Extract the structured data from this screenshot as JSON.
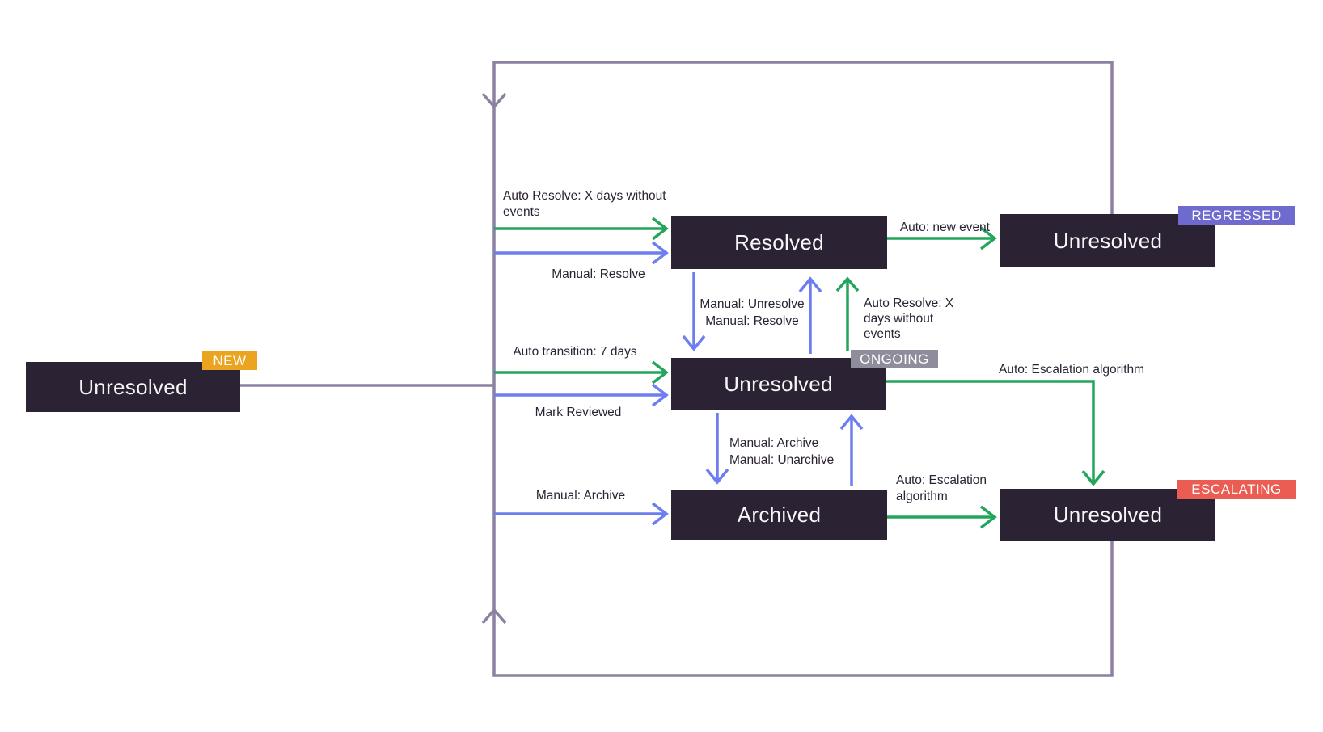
{
  "colors": {
    "bg": "#ffffff",
    "boxbg": "#2B2233",
    "boxtext": "#F6F5F8",
    "loop": "#8C81A1",
    "green": "#23A55C",
    "blue": "#6D7EF1",
    "labeltext": "#2B2233",
    "badgenew": "#EBA41F",
    "badgeongoing": "#8F8C9C",
    "badgeregressed": "#6F6ACD",
    "badgeescalating": "#EB5D52"
  },
  "states": {
    "new": {
      "label": "Unresolved",
      "badge": "NEW"
    },
    "resolved": {
      "label": "Resolved"
    },
    "regressed": {
      "label": "Unresolved",
      "badge": "REGRESSED"
    },
    "ongoing": {
      "label": "Unresolved",
      "badge": "ONGOING"
    },
    "archived": {
      "label": "Archived"
    },
    "escalating": {
      "label": "Unresolved",
      "badge": "ESCALATING"
    }
  },
  "edges": {
    "auto_resolve_new": {
      "lines": [
        "Auto Resolve: X days without",
        "events"
      ]
    },
    "manual_resolve": {
      "label": "Manual: Resolve"
    },
    "auto_new_event": {
      "label": "Auto: new event"
    },
    "manual_unresolve_resolve": {
      "lines": [
        "Manual: Unresolve",
        "Manual: Resolve"
      ]
    },
    "auto_resolve_ongoing": {
      "lines": [
        "Auto Resolve: X",
        "days without",
        "events"
      ]
    },
    "auto_transition": {
      "label": "Auto transition: 7 days"
    },
    "mark_reviewed": {
      "label": "Mark Reviewed"
    },
    "auto_escalation": {
      "label": "Auto: Escalation algorithm"
    },
    "manual_archive_unarchive": {
      "lines": [
        "Manual: Archive",
        "Manual: Unarchive"
      ]
    },
    "manual_archive": {
      "label": "Manual: Archive"
    },
    "auto_escalation_archived": {
      "lines": [
        "Auto: Escalation",
        "algorithm"
      ]
    }
  }
}
